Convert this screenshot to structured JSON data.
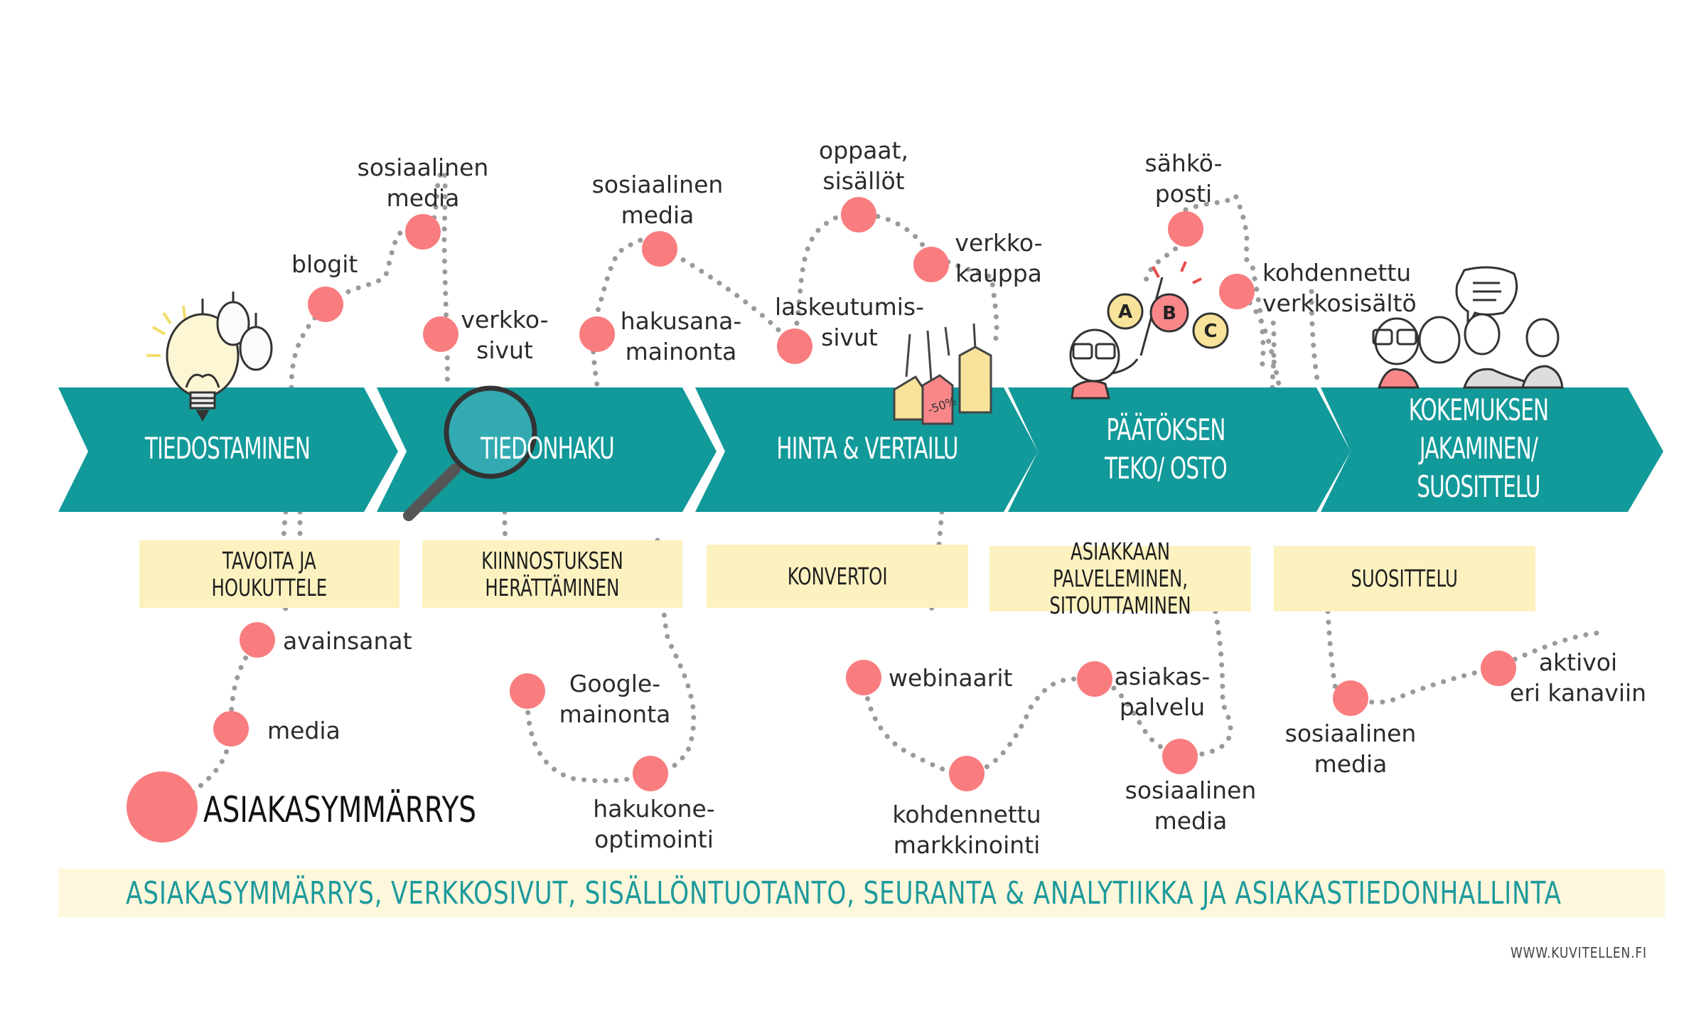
{
  "colors": {
    "teal": "#12999a",
    "pink": "#f97d7f",
    "cream": "#fcf2c0",
    "footer_bg": "#fdf7dc",
    "footer_text": "#1d9a9c",
    "dots": "#9a9a9a"
  },
  "stages": [
    {
      "title": "TIEDOSTAMINEN"
    },
    {
      "title": "TIEDONHAKU"
    },
    {
      "title": "HINTA & VERTAILU"
    },
    {
      "title": "PÄÄTÖKSEN\nTEKO/ OSTO"
    },
    {
      "title": "KOKEMUKSEN\nJAKAMINEN/\nSUOSITTELU"
    }
  ],
  "goals": [
    {
      "text": "TAVOITA JA\nHOUKUTTELE"
    },
    {
      "text": "KIINNOSTUKSEN\nHERÄTTÄMINEN"
    },
    {
      "text": "KONVERTOI"
    },
    {
      "text": "ASIAKKAAN PALVELEMINEN,\nSITOUTTAMINEN"
    },
    {
      "text": "SUOSITTELU"
    }
  ],
  "channels": [
    {
      "id": "blogit",
      "text": "blogit"
    },
    {
      "id": "some1",
      "text": "sosiaalinen\nmedia"
    },
    {
      "id": "verkkosivut",
      "text": "verkko-\nsivut"
    },
    {
      "id": "some2",
      "text": "sosiaalinen\nmedia"
    },
    {
      "id": "hakusana",
      "text": "hakusana-\nmainonta"
    },
    {
      "id": "oppaat",
      "text": "oppaat,\nsisällöt"
    },
    {
      "id": "verkkokauppa",
      "text": "verkko-\nkauppa"
    },
    {
      "id": "laskeutumis",
      "text": "laskeutumis-\nsivut"
    },
    {
      "id": "sahkoposti",
      "text": "sähkö-\nposti"
    },
    {
      "id": "kohdennettu_sisalto",
      "text": "kohdennettu\nverkkosisältö"
    },
    {
      "id": "avainsanat",
      "text": "avainsanat"
    },
    {
      "id": "media",
      "text": "media"
    },
    {
      "id": "google",
      "text": "Google-\nmainonta"
    },
    {
      "id": "hakukone",
      "text": "hakukone-\noptimointi"
    },
    {
      "id": "webinaarit",
      "text": "webinaarit"
    },
    {
      "id": "kohdennettu_markkinointi",
      "text": "kohdennettu\nmarkkinointi"
    },
    {
      "id": "asiakaspalvelu",
      "text": "asiakas-\npalvelu"
    },
    {
      "id": "some3",
      "text": "sosiaalinen\nmedia"
    },
    {
      "id": "some4",
      "text": "sosiaalinen\nmedia"
    },
    {
      "id": "aktivoi",
      "text": "aktivoi\neri kanaviin"
    }
  ],
  "central_label": "ASIAKASYMMÄRRYS",
  "footer": "ASIAKASYMMÄRRYS, VERKKOSIVUT, SISÄLLÖNTUOTANTO, SEURANTA & ANALYTIIKKA JA ASIAKASTIEDONHALLINTA",
  "credit": "WWW.KUVITELLEN.FI",
  "price_tag": "-50%",
  "abc": [
    "A",
    "B",
    "C"
  ]
}
